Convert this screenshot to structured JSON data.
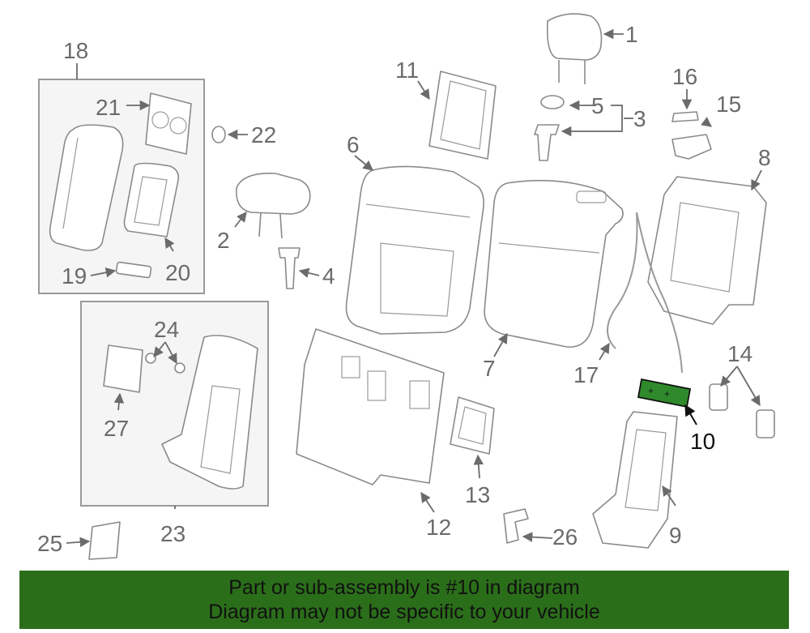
{
  "labels": {
    "l1": "1",
    "l2": "2",
    "l3": "3",
    "l4": "4",
    "l5": "5",
    "l6": "6",
    "l7": "7",
    "l8": "8",
    "l9": "9",
    "l10": "10",
    "l11": "11",
    "l12": "12",
    "l13": "13",
    "l14": "14",
    "l15": "15",
    "l16": "16",
    "l17": "17",
    "l18": "18",
    "l19": "19",
    "l20": "20",
    "l21": "21",
    "l22": "22",
    "l23": "23",
    "l24": "24",
    "l25": "25",
    "l26": "26",
    "l27": "27"
  },
  "highlight": {
    "part_number": "10",
    "color": "#2f8a2c"
  },
  "banner": {
    "line1": "Part or sub-assembly is #10 in diagram",
    "line2": "Diagram may not be specific to your vehicle",
    "background": "#2b6e1a"
  }
}
